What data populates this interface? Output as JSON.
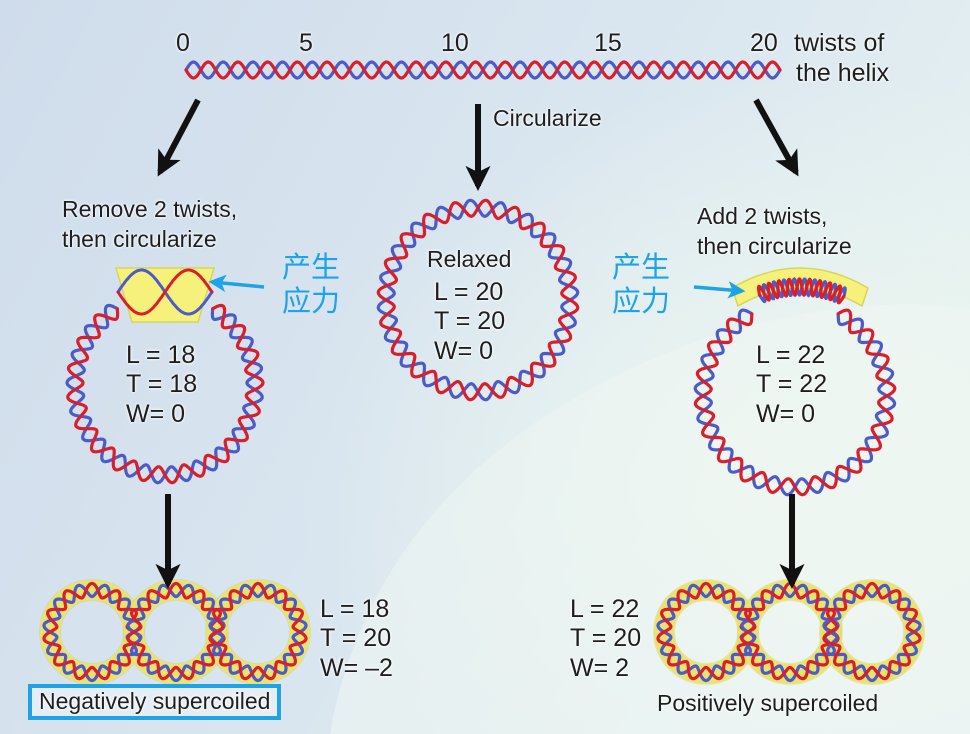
{
  "scale": {
    "ticks": [
      "0",
      "5",
      "10",
      "15",
      "20"
    ],
    "unit_line1": "twists of",
    "unit_line2": "the helix"
  },
  "steps": {
    "circularize": "Circularize"
  },
  "left": {
    "caption_line1": "Remove 2 twists,",
    "caption_line2": "then circularize",
    "L": "L = 18",
    "T": "T = 18",
    "W": "W= 0"
  },
  "center": {
    "caption": "Relaxed",
    "L": "L = 20",
    "T": "T = 20",
    "W": "W= 0"
  },
  "right": {
    "caption_line1": "Add 2 twists,",
    "caption_line2": "then circularize",
    "L": "L = 22",
    "T": "T = 22",
    "W": "W= 0"
  },
  "stress_note": {
    "line1": "产生",
    "line2": "应力"
  },
  "negative": {
    "L": "L = 18",
    "T": "T = 20",
    "W": "W= –2",
    "label": "Negatively supercoiled"
  },
  "positive": {
    "L": "L = 22",
    "T": "T = 20",
    "W": "W= 2",
    "label": "Positively supercoiled"
  },
  "colors": {
    "strand_a": "#d91f2b",
    "strand_b": "#4d5bc8",
    "highlight": "#f6f17a",
    "accent": "#1ea3e6"
  }
}
